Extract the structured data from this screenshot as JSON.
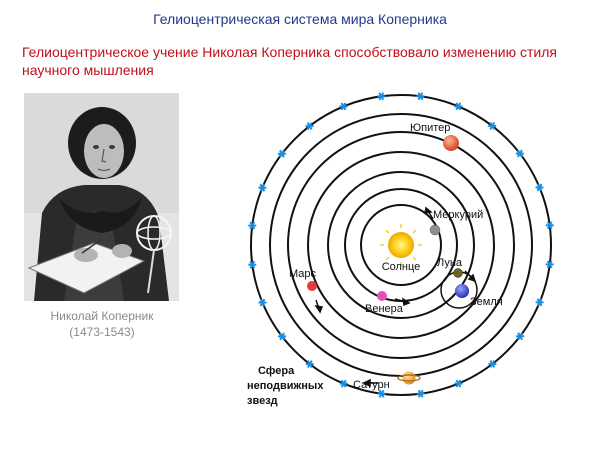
{
  "page": {
    "title": "Гелиоцентрическая система мира Коперника",
    "subtitle": "Гелиоцентрическое учение Николая Коперника способствовало изменению стиля научного мышления"
  },
  "portrait": {
    "caption_name": "Николай Коперник",
    "caption_years": "(1473-1543)"
  },
  "diagram": {
    "sun": "Солнце",
    "mercury": "Меркурий",
    "venus": "Венера",
    "earth": "Земля",
    "moon": "Луна",
    "mars": "Марс",
    "jupiter": "Юпитер",
    "saturn": "Сатурн",
    "sphere_line1": "Сфера",
    "sphere_line2": "неподвижных",
    "sphere_line3": "звезд"
  }
}
